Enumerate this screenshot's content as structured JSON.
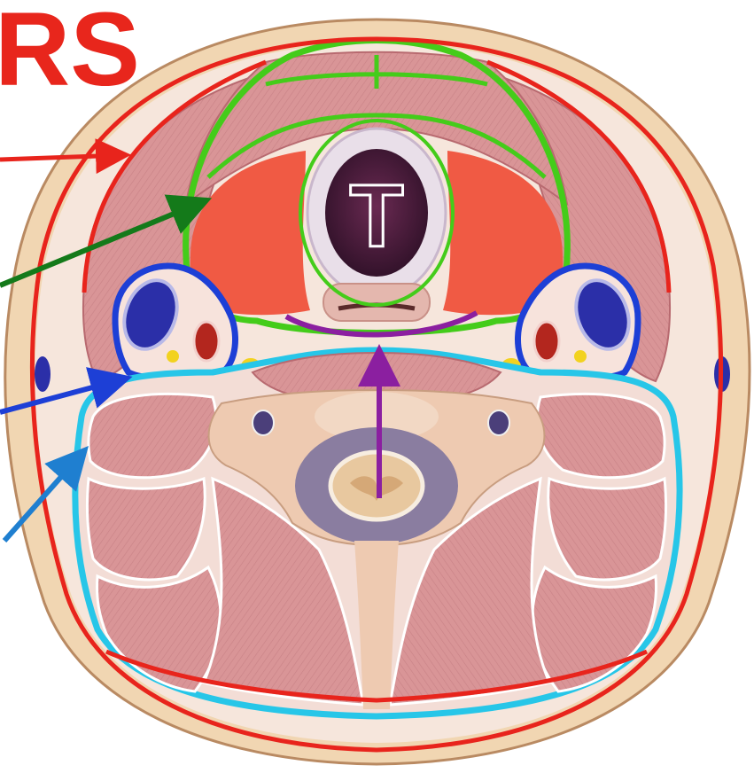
{
  "title": {
    "text": "RS"
  },
  "trachea_label": {
    "text": "T"
  },
  "colors": {
    "skin": "#f1d6b2",
    "skin_edge": "#b98a62",
    "muscle": "#d99597",
    "muscle_dark": "#c47c80",
    "muscle_line": "#b86a70",
    "fascia_fill": "#f7e3dc",
    "vertebra": "#eecab1",
    "thyroid": "#f05a44",
    "trachea": "#4a1f3c",
    "jugular": "#2b2fa8",
    "carotid": "#b3261e",
    "nerve": "#f2d21f",
    "spinal_canal": "#8a7da0",
    "cord": "#e8c89f",
    "superficial_layer": "#e8241c",
    "investing_layer": "#e8241c",
    "pretracheal_layer": "#44cc1a",
    "carotid_sheath": "#1d3fd6",
    "prevertebral_layer": "#27c6e8",
    "retropharyngeal_marker": "#8b1fa0",
    "arrow_red": "#e8241c",
    "arrow_green": "#147a1a",
    "arrow_blue": "#1d3fd6",
    "arrow_lightblue": "#1f7fd0",
    "arrow_purple": "#8b1fa0",
    "title_fill": "#e8261c",
    "title_outline": "#ffffff"
  },
  "arrows": [
    {
      "name": "superficial-fascia-arrow",
      "color": "arrow_red"
    },
    {
      "name": "pretracheal-fascia-arrow",
      "color": "arrow_green"
    },
    {
      "name": "carotid-sheath-arrow",
      "color": "arrow_blue"
    },
    {
      "name": "prevertebral-fascia-arrow",
      "color": "arrow_lightblue"
    },
    {
      "name": "retropharyngeal-space-arrow",
      "color": "arrow_purple"
    }
  ]
}
